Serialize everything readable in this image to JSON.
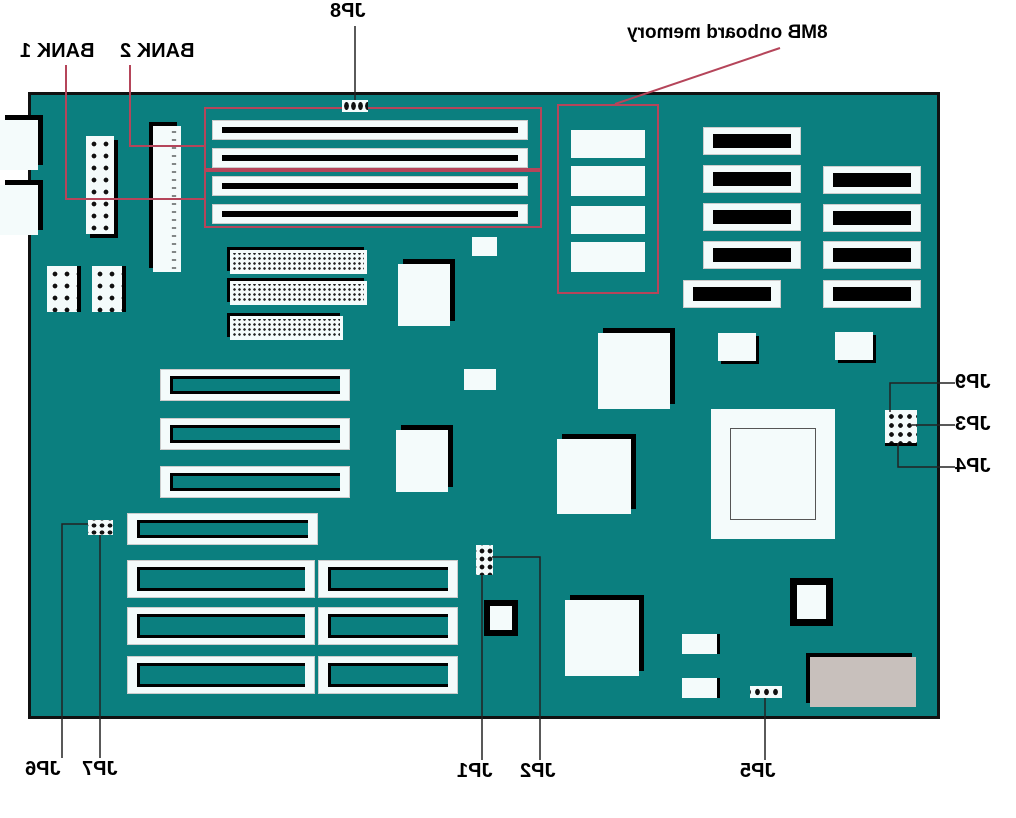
{
  "labels": {
    "memory": "8MB onboard memory",
    "bank2": "BANK 2",
    "bank1": "BANK 1",
    "jp8": "JP8",
    "jp9": "JP9",
    "jp3": "JP3",
    "jp4": "JP4",
    "jp7": "JP7",
    "jp6": "JP6",
    "jp2": "JP2",
    "jp1": "JP1",
    "jp5": "JP5"
  },
  "colors": {
    "board": "#0b7f7f",
    "highlight": "#b5455a",
    "battery": "#c8c0bc"
  }
}
